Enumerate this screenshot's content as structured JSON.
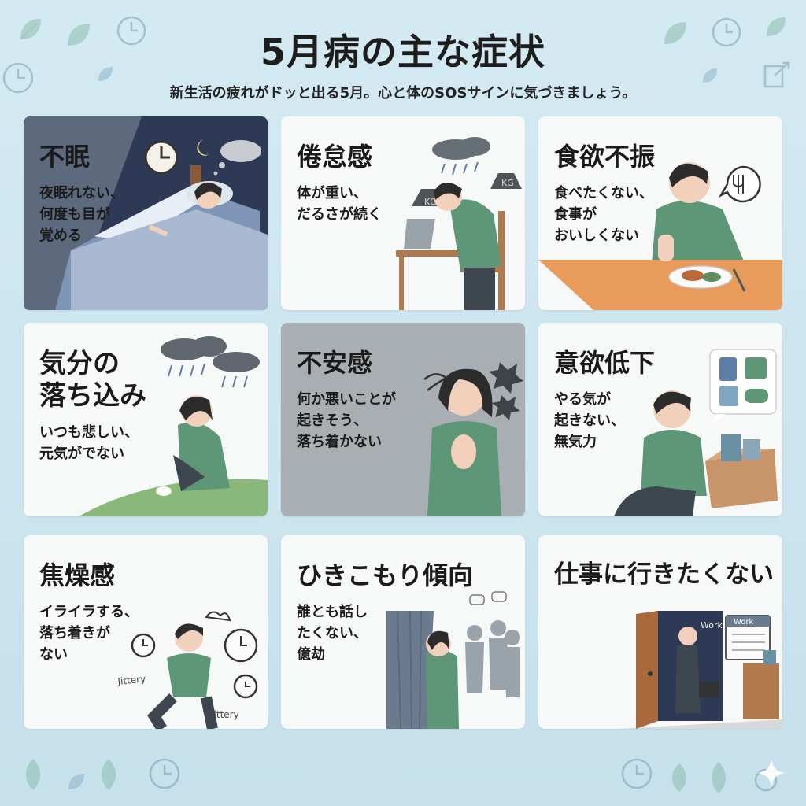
{
  "header": {
    "title": "5月病の主な症状",
    "subtitle": "新生活の疲れがドッと出る5月。心と体のSOSサインに気づきましょう。"
  },
  "cards": [
    {
      "title": "不眠",
      "desc": "夜眠れない、\n何度も目が\n覚める"
    },
    {
      "title": "倦怠感",
      "desc": "体が重い、\nだるさが続く"
    },
    {
      "title": "食欲不振",
      "desc": "食べたくない、\n食事が\nおいしくない"
    },
    {
      "title": "気分の\n落ち込み",
      "desc": "いつも悲しい、\n元気がでない"
    },
    {
      "title": "不安感",
      "desc": "何か悪いことが\n起きそう、\n落ち着かない"
    },
    {
      "title": "意欲低下",
      "desc": "やる気が\n起きない、\n無気力"
    },
    {
      "title": "焦燥感",
      "desc": "イライラする、\n落ち着きが\nない"
    },
    {
      "title": "ひきこもり傾向",
      "desc": "誰とも話し\nたくない、\n億劫"
    },
    {
      "title": "仕事に行きたくない",
      "desc": ""
    }
  ],
  "illustration_text": {
    "weight_left": "KG",
    "weight_right": "KG",
    "jittery_1": "Jittery",
    "jittery_2": "Jittery",
    "work_door": "Work",
    "work_calendar": "Work"
  },
  "colors": {
    "background": "#c9e3ee",
    "card": "#f7f8f8",
    "sweater": "#5e9678",
    "table": "#e99b5c"
  }
}
